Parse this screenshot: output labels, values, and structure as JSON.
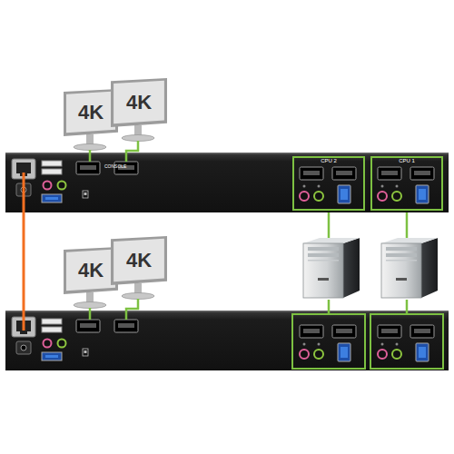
{
  "diagram": {
    "nodes": [
      {
        "text": [
          "4K"
        ]
      },
      {
        "text": [
          "4K"
        ]
      },
      {
        "text": [
          "CPU 2"
        ]
      },
      {
        "text": [
          "CPU 1"
        ]
      },
      {
        "text": [
          "4K"
        ]
      },
      {
        "text": [
          "4K"
        ]
      }
    ],
    "labels": [
      "CONSOLE"
    ]
  }
}
